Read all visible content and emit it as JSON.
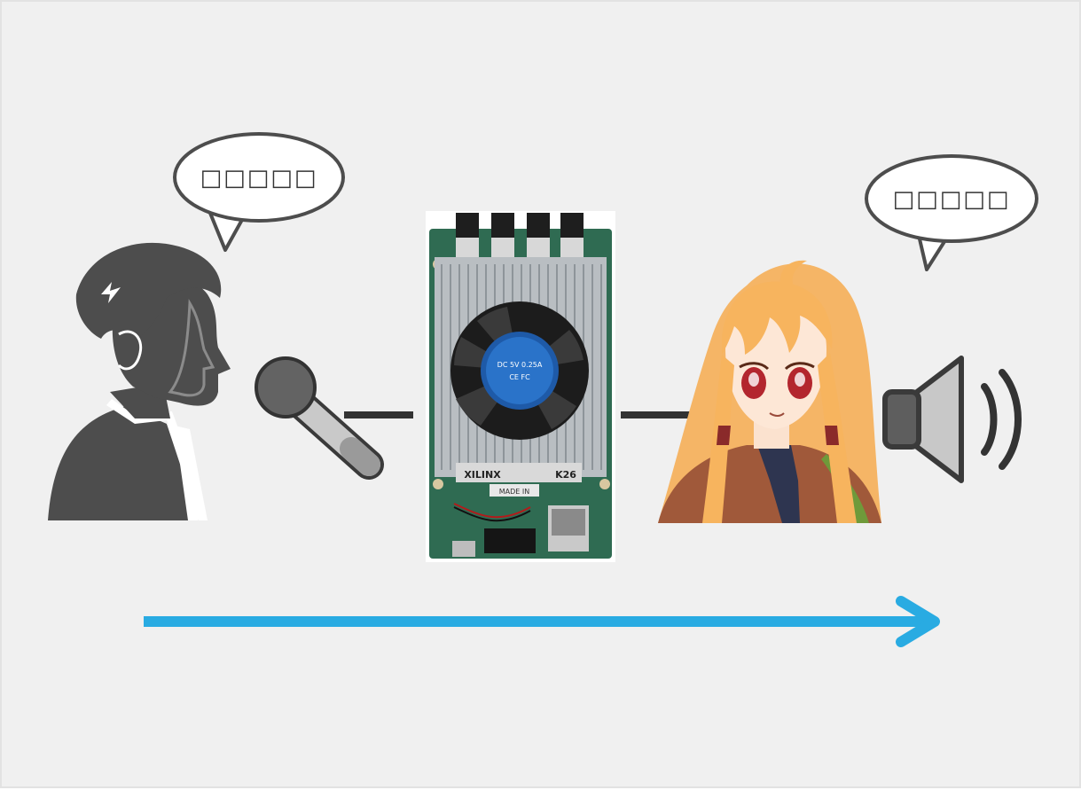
{
  "bubbles": {
    "left": {
      "text": "□□□□□"
    },
    "right": {
      "text": "□□□□□"
    }
  },
  "board": {
    "brand": "XILINX",
    "model": "K26",
    "label_made": "MADE IN",
    "fan_label": [
      "DC 5V 0.25A",
      "CE FC"
    ]
  },
  "colors": {
    "background": "#f0f0f0",
    "icon_gray": "#4d4d4d",
    "arrow": "#29abe2"
  }
}
